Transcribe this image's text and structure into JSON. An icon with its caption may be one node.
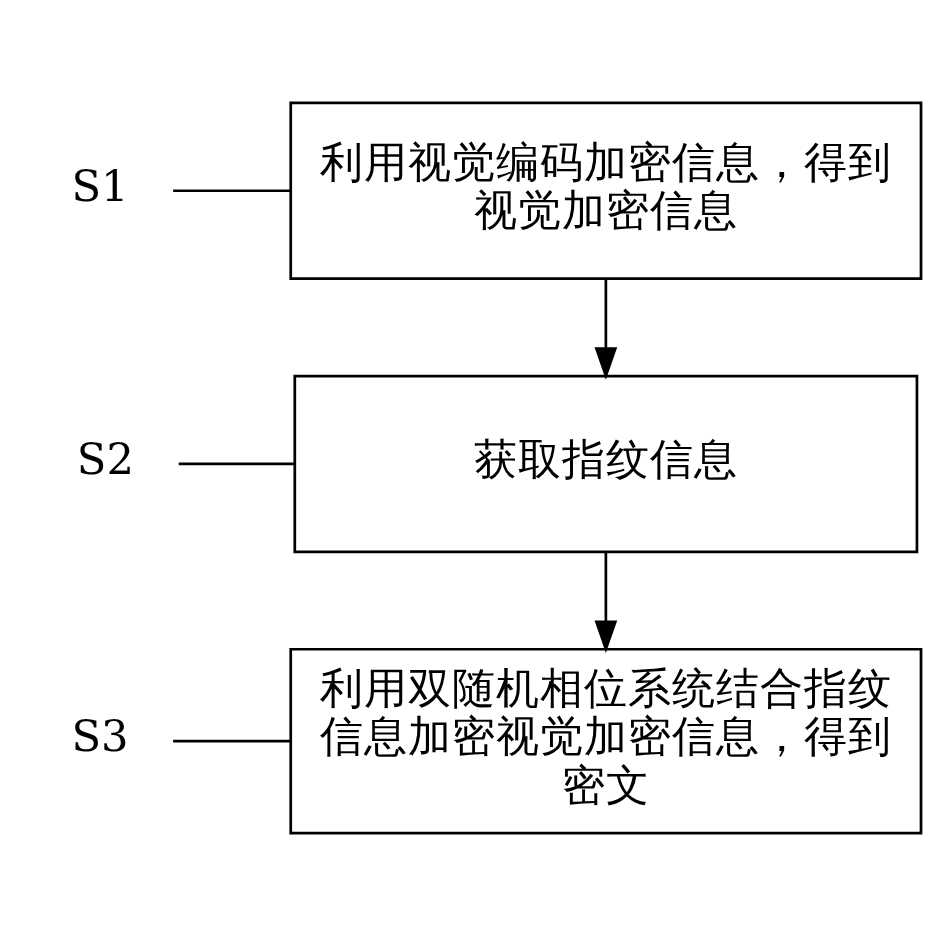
{
  "diagram": {
    "nodes": [
      {
        "text": [
          "S1"
        ]
      },
      {
        "text": [
          "利用视觉编码加密信息，得到视觉加密信息"
        ]
      },
      {
        "text": [
          "S2"
        ]
      },
      {
        "text": [
          "获取指纹信息"
        ]
      },
      {
        "text": [
          "S3"
        ]
      },
      {
        "text": [
          "利用双随机相位系统结合指纹信息加密视觉加密信息，得到密文"
        ]
      }
    ],
    "edges": [
      {
        "from": 0,
        "to": 1,
        "arrow": "none"
      },
      {
        "from": 1,
        "to": 3,
        "arrow": "to"
      },
      {
        "from": 2,
        "to": 3,
        "arrow": "none"
      },
      {
        "from": 3,
        "to": 5,
        "arrow": "to"
      },
      {
        "from": 4,
        "to": 5,
        "arrow": "none"
      }
    ]
  }
}
